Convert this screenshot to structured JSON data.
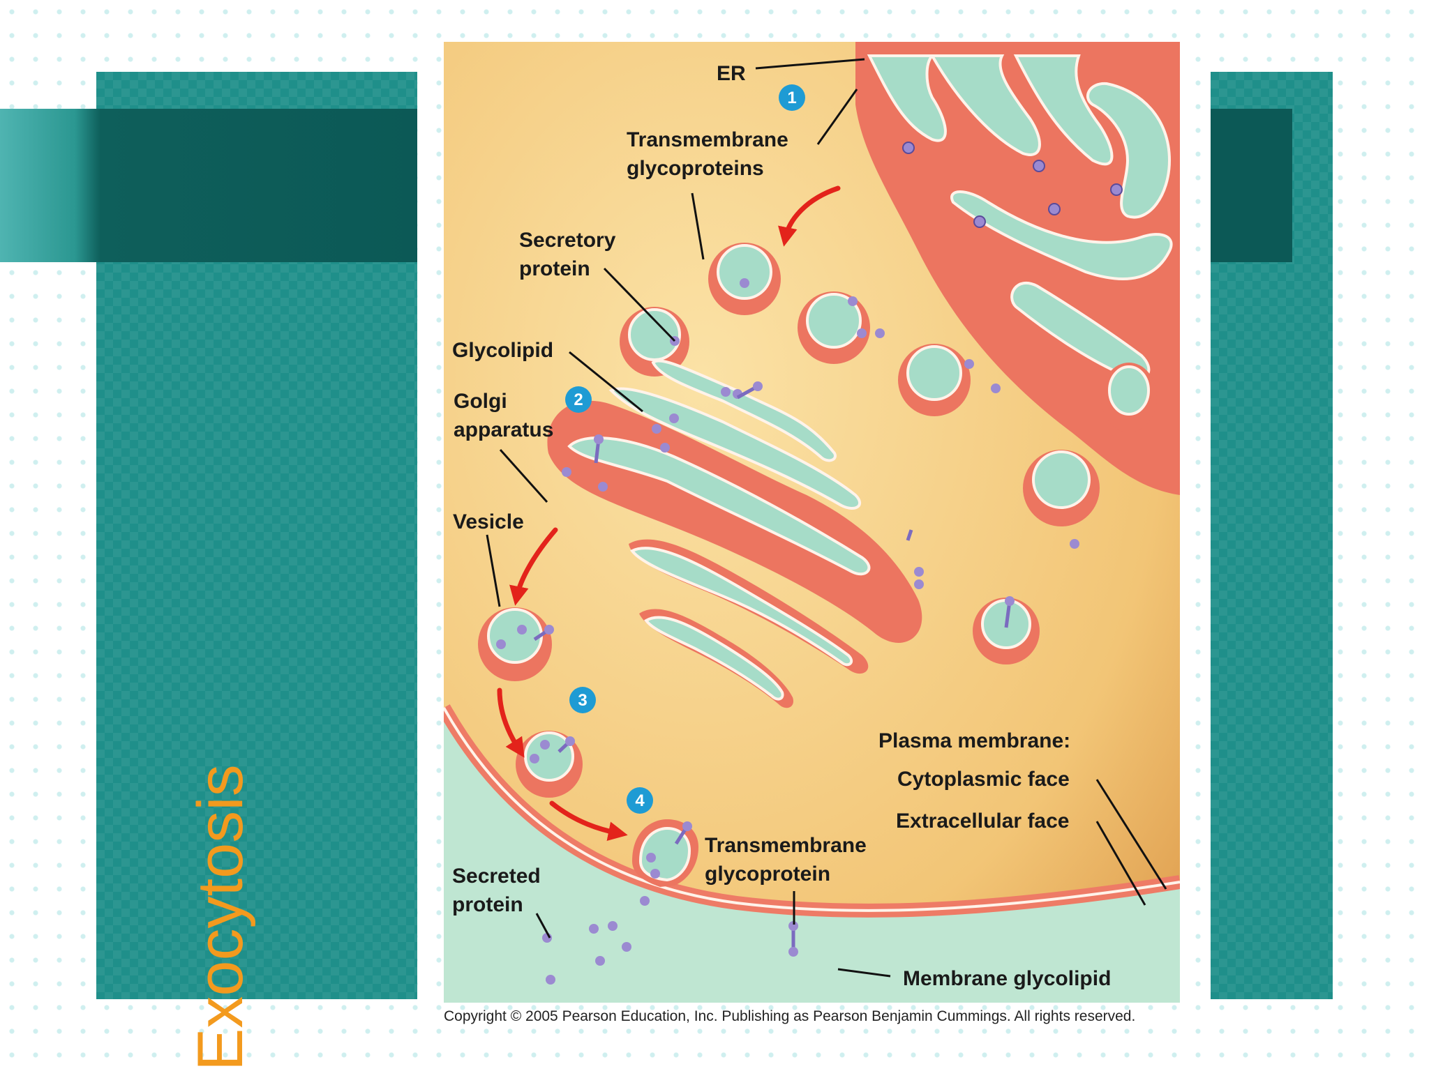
{
  "slide": {
    "title": "Exocytosis",
    "copyright": "Copyright © 2005 Pearson Education, Inc. Publishing as Pearson Benjamin Cummings. All rights reserved."
  },
  "diagram": {
    "labels": {
      "er": "ER",
      "tm_glyco_line1": "Transmembrane",
      "tm_glyco_line2": "glycoproteins",
      "secretory_line1": "Secretory",
      "secretory_line2": "protein",
      "glycolipid": "Glycolipid",
      "golgi_line1": "Golgi",
      "golgi_line2": "apparatus",
      "vesicle": "Vesicle",
      "plasma_membrane": "Plasma membrane:",
      "cytoplasmic_face": "Cytoplasmic face",
      "extracellular_face": "Extracellular face",
      "tm_glycoprotein_line1": "Transmembrane",
      "tm_glycoprotein_line2": "glycoprotein",
      "secreted_line1": "Secreted",
      "secreted_line2": "protein",
      "membrane_glycolipid": "Membrane glycolipid"
    },
    "steps": [
      "1",
      "2",
      "3",
      "4"
    ],
    "colors": {
      "cytoplasm": "#f5cf85",
      "membrane": "#ee7b66",
      "lumen": "#a6dcc8",
      "molecule": "#9b8ad1",
      "glycan": "#2e9a5a",
      "arrow": "#e3231b",
      "step_badge": "#1e9bd4"
    }
  }
}
